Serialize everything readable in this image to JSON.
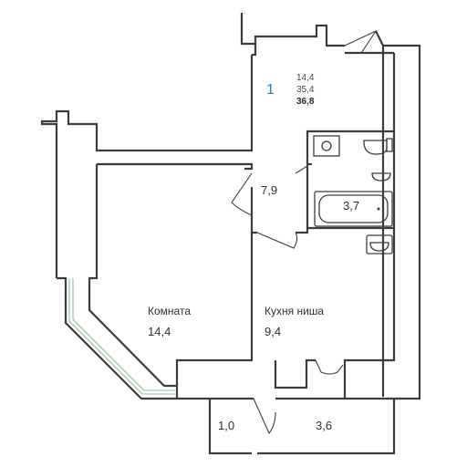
{
  "apartment": {
    "number": "1",
    "areas": {
      "living": "14,4",
      "useful": "35,4",
      "total": "36,8"
    }
  },
  "rooms": {
    "room": {
      "name": "Комната",
      "area": "14,4"
    },
    "kitchen": {
      "name": "Кухня ниша",
      "area": "9,4"
    },
    "hall": {
      "area": "7,9"
    },
    "bathroom": {
      "area": "3,7"
    },
    "balcony_small": {
      "area": "1,0"
    },
    "balcony_large": {
      "area": "3,6"
    }
  },
  "colors": {
    "wall": "#3c3c3c",
    "accent": "#2b7dd1",
    "glazing": "#8fbf97"
  }
}
